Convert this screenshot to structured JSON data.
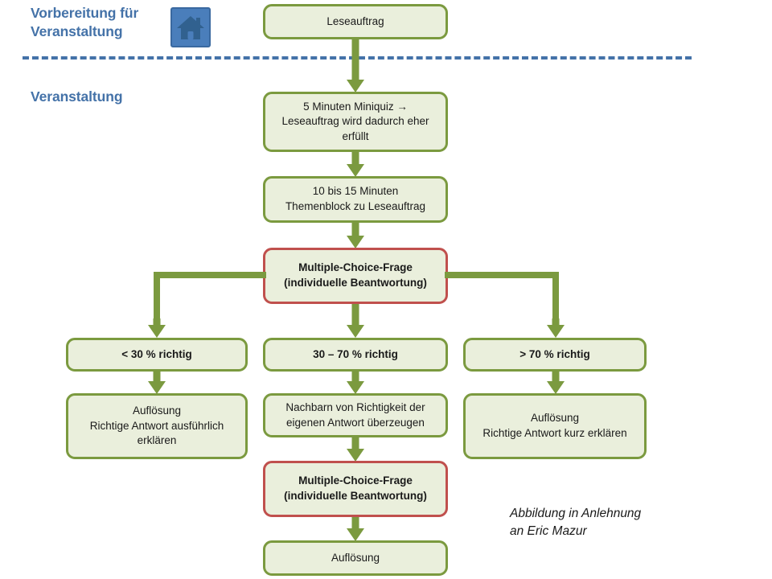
{
  "phases": {
    "preparation": "Vorbereitung für\nVeranstaltung",
    "event": "Veranstaltung"
  },
  "icons": {
    "house": "house-icon"
  },
  "colors": {
    "node_fill": "#EAEFDC",
    "node_border": "#7B9A3F",
    "accent_border": "#C0504D",
    "arrow": "#7B9A3F",
    "heading": "#4472A8",
    "divider": "#4472A8",
    "icon_bg": "#4A7EBB"
  },
  "nodes": {
    "leseauftrag": "Leseauftrag",
    "miniquiz": "5 Minuten Miniquiz →\nLeseauftrag wird dadurch eher\nerfüllt",
    "themenblock": "10 bis 15 Minuten\nThemenblock zu Leseauftrag",
    "mc_frage_1": "Multiple-Choice-Frage\n(individuelle Beantwortung)",
    "branch_low": "< 30 % richtig",
    "branch_mid": "30 – 70 % richtig",
    "branch_high": "> 70 % richtig",
    "aufloesung_ausfuehrlich": "Auflösung\nRichtige Antwort  ausführlich\nerklären",
    "nachbarn": "Nachbarn von Richtigkeit der\neigenen Antwort  überzeugen",
    "mc_frage_2": "Multiple-Choice-Frage\n(individuelle Beantwortung)",
    "aufloesung_kurz": "Auflösung\nRichtige Antwort  kurz erklären",
    "aufloesung_final": "Auflösung"
  },
  "caption": "Abbildung in Anlehnung\nan Eric Mazur"
}
